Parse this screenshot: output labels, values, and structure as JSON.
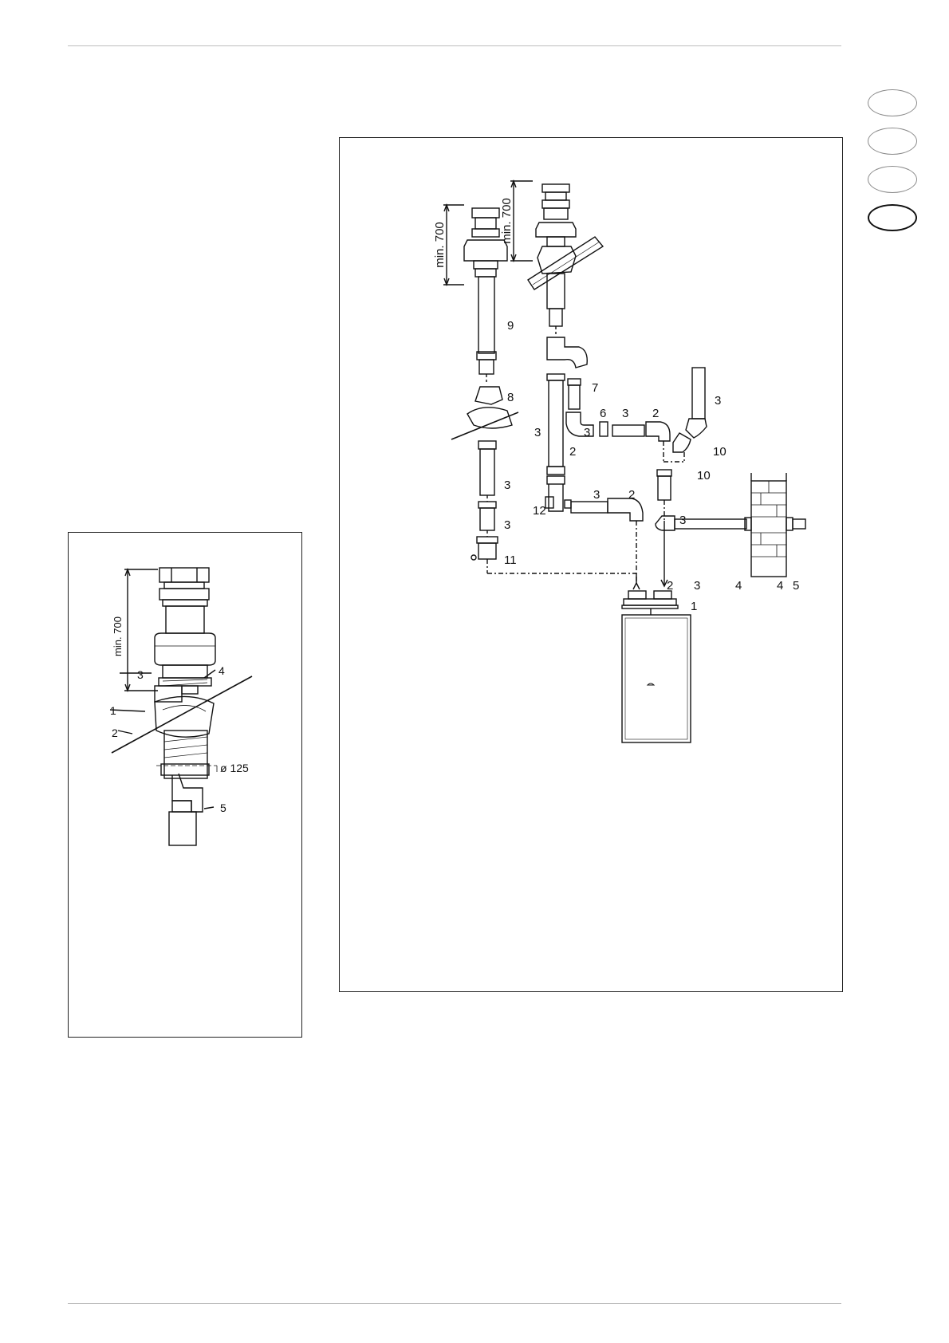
{
  "page": {
    "language_tabs": {
      "count": 4,
      "active_index": 3
    }
  },
  "figure_left": {
    "dimension_label": "min. 700",
    "diameter_label": "ø 125",
    "callouts": [
      "1",
      "2",
      "3",
      "4",
      "5"
    ]
  },
  "figure_right": {
    "dimension_label_a": "min. 700",
    "dimension_label_b": "min. 700",
    "callouts": {
      "c9": "9",
      "c8": "8",
      "c3a": "3",
      "c3b": "3",
      "c11": "11",
      "c7": "7",
      "c3c": "3",
      "c3d": "3",
      "c6": "6",
      "c3e": "3",
      "c2a": "2",
      "c2b": "2",
      "c3f": "3",
      "c10a": "10",
      "c10b": "10",
      "c12": "12",
      "c3g": "3",
      "c2c": "2",
      "c3h": "3",
      "c2d": "2",
      "c3i": "3",
      "c4a": "4",
      "c4b": "4",
      "c5": "5",
      "c1": "1"
    }
  }
}
